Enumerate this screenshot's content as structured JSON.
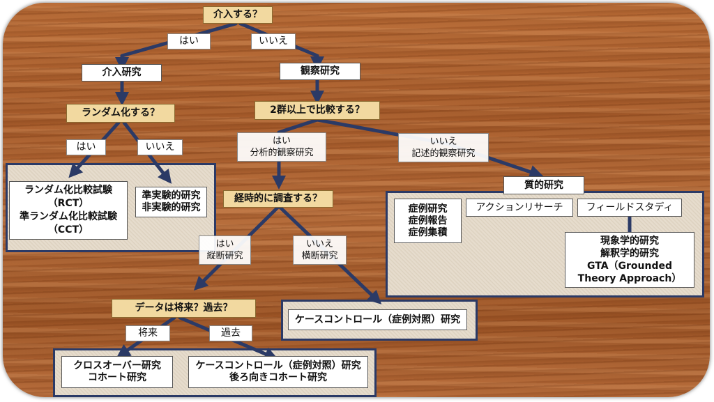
{
  "nodes": {
    "intervention_q": "介入する？",
    "yes_top": "はい",
    "no_top": "いいえ",
    "intervention_study": "介入研究",
    "observational_study": "観察研究",
    "randomize_q": "ランダム化する？",
    "compare_q": "2群以上で比較する？",
    "rand_yes": "はい",
    "rand_no": "いいえ",
    "analytic_yes": "はい",
    "analytic_label": "分析的観察研究",
    "descriptive_no": "いいえ",
    "descriptive_label": "記述的観察研究",
    "rct_lines": [
      "ランダム化比較試験",
      "（RCT）",
      "準ランダム化比較試験",
      "（CCT）"
    ],
    "quasi_lines": [
      "準実験的研究",
      "非実験的研究"
    ],
    "longitudinal_q": "経時的に調査する？",
    "qualitative_study": "質的研究",
    "case_lines": [
      "症例研究",
      "症例報告",
      "症例集積"
    ],
    "action_research": "アクションリサーチ",
    "field_study": "フィールドスタディ",
    "qual_method_lines": [
      "現象学的研究",
      "解釈学的研究",
      "GTA（Grounded",
      "Theory Approach）"
    ],
    "long_yes": "はい",
    "long_yes_label": "縦断研究",
    "long_no": "いいえ",
    "long_no_label": "横断研究",
    "data_time_q": "データは将来？過去？",
    "case_control_cross": "ケースコントロール（症例対照）研究",
    "future_label": "将来",
    "past_label": "過去",
    "crossover_lines": [
      "クロスオーバー研究",
      "コホート研究"
    ],
    "case_control_lines": [
      "ケースコントロール（症例対照）研究",
      "後ろ向きコホート研究"
    ]
  },
  "colors": {
    "arrow": "#2b3a66",
    "question_fill": "#f2d9a0",
    "wood": "#a85c2b"
  }
}
